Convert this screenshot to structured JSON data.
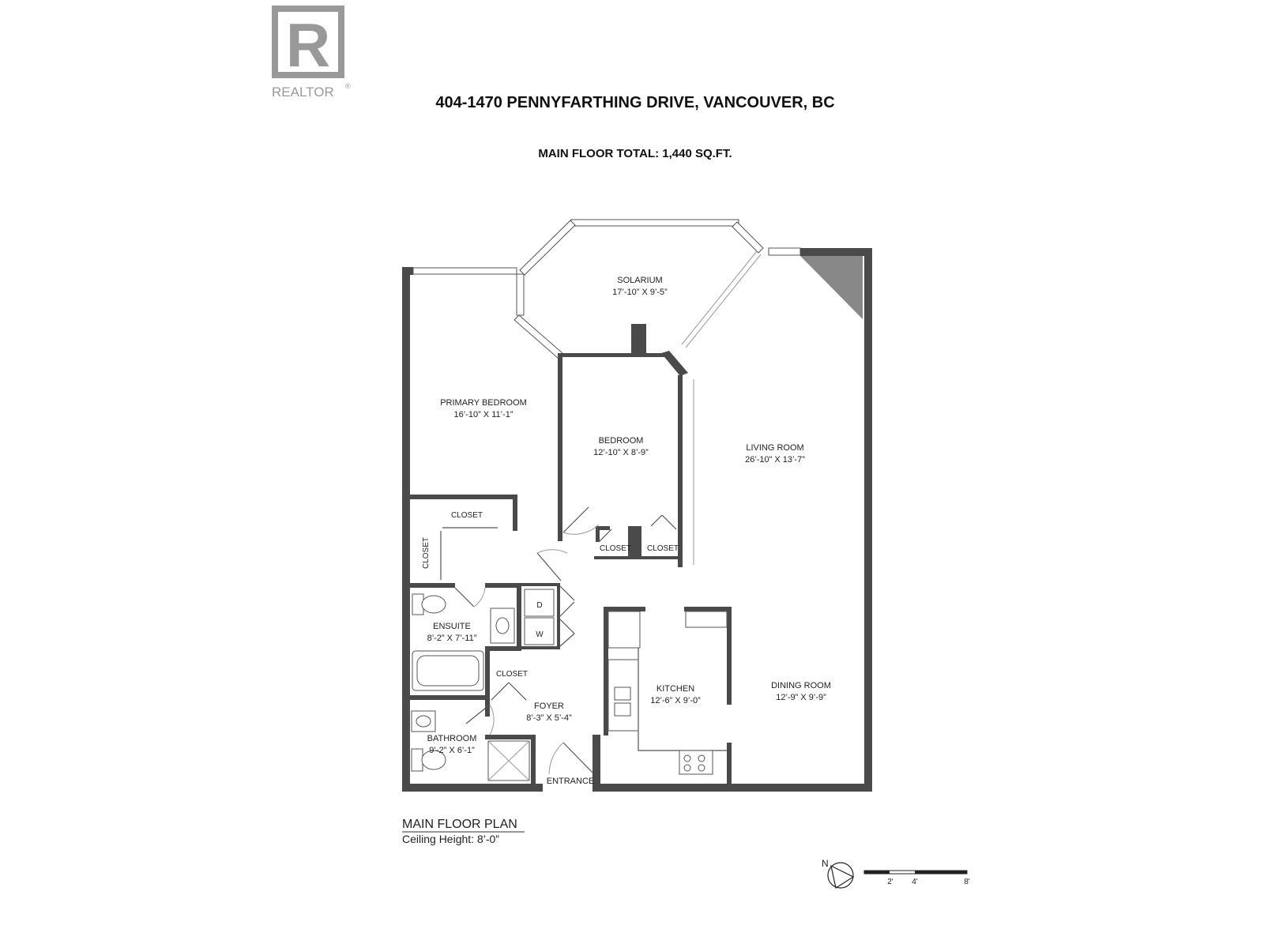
{
  "logo": {
    "letter": "R",
    "wordmark": "REALTOR",
    "mark": "®"
  },
  "address": "404-1470 PENNYFARTHING DRIVE, VANCOUVER, BC",
  "total": "MAIN FLOOR TOTAL: 1,440 SQ.FT.",
  "rooms": {
    "solarium": {
      "name": "SOLARIUM",
      "dim": "17’-10” X 9’-5”"
    },
    "primary_bedroom": {
      "name": "PRIMARY BEDROOM",
      "dim": "16’-10” X 11’-1”"
    },
    "bedroom": {
      "name": "BEDROOM",
      "dim": "12’-10” X 8’-9”"
    },
    "living_room": {
      "name": "LIVING ROOM",
      "dim": "26’-10” X 13’-7”"
    },
    "ensuite": {
      "name": "ENSUITE",
      "dim": "8’-2” X 7’-11”"
    },
    "foyer": {
      "name": "FOYER",
      "dim": "8’-3” X 5’-4”"
    },
    "kitchen": {
      "name": "KITCHEN",
      "dim": "12’-6” X 9’-0”"
    },
    "dining_room": {
      "name": "DINING ROOM",
      "dim": "12’-9” X 9’-9”"
    },
    "bathroom": {
      "name": "BATHROOM",
      "dim": "9’-2” X 6’-1”"
    }
  },
  "labels": {
    "closet_primary_top": "CLOSET",
    "closet_primary_side": "CLOSET",
    "closet_bed_left": "CLOSET",
    "closet_bed_right": "CLOSET",
    "closet_foyer": "CLOSET",
    "dryer": "D",
    "washer": "W",
    "entrance": "ENTRANCE"
  },
  "footer": {
    "plan_title": "MAIN FLOOR PLAN",
    "ceiling": "Ceiling Height: 8’-0”"
  },
  "compass": {
    "label": "N"
  },
  "scale": {
    "ticks": [
      "2'",
      "4'",
      "8'"
    ]
  }
}
